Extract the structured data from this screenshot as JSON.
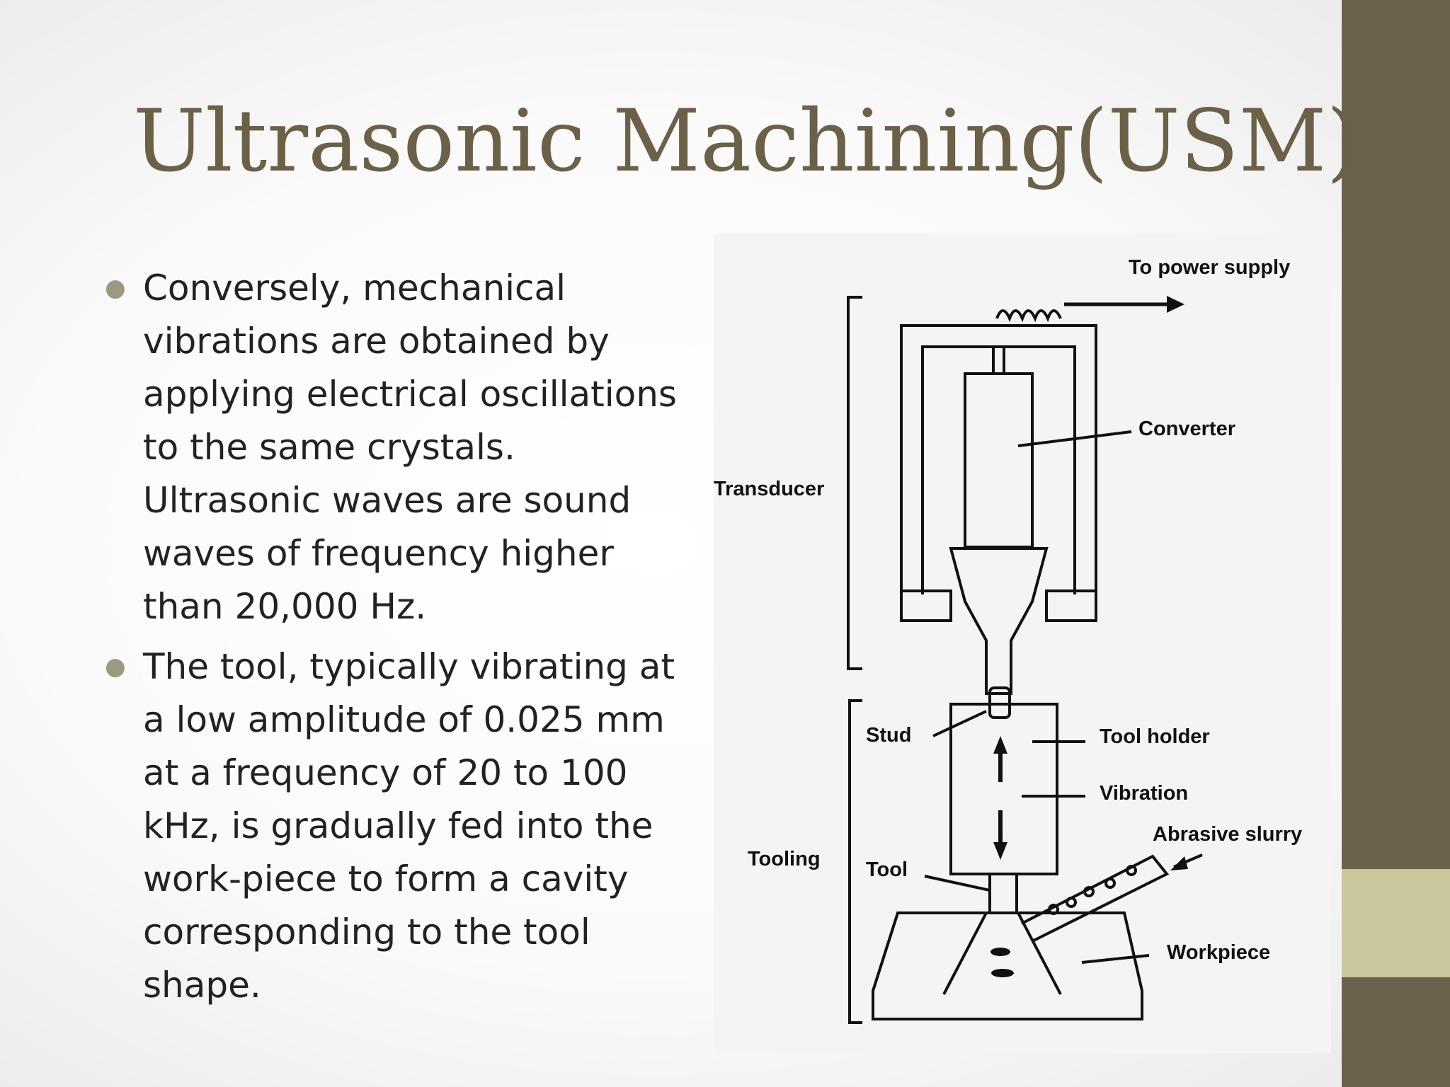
{
  "slide": {
    "title": "Ultrasonic Machining(USM)",
    "bullets": [
      "Conversely, mechanical vibrations are obtained by applying electrical oscillations to the same crystals. Ultrasonic waves are sound waves of frequency higher than 20,000 Hz.",
      "The tool, typically vibrating at a low amplitude of 0.025 mm at a frequency of 20 to 100 kHz, is gradually fed into the work-piece to form a cavity corresponding to the tool shape."
    ]
  },
  "diagram": {
    "labels": {
      "power": "To power supply",
      "converter": "Converter",
      "transducer": "Transducer",
      "stud": "Stud",
      "tool_holder": "Tool holder",
      "vibration": "Vibration",
      "abrasive": "Abrasive slurry",
      "tooling": "Tooling",
      "tool": "Tool",
      "workpiece": "Workpiece"
    }
  },
  "colors": {
    "title": "#6b6148",
    "side_bar": "#6b624c",
    "side_accent": "#c9c79b"
  }
}
